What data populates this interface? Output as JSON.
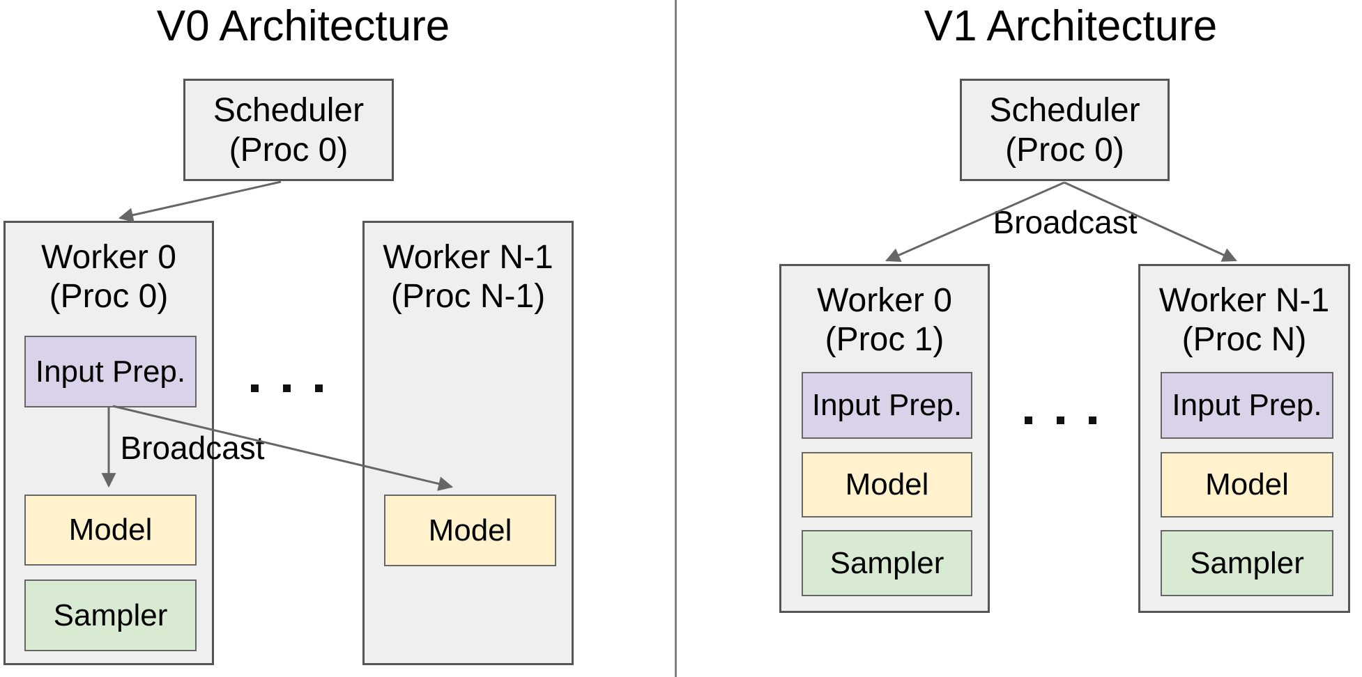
{
  "colors": {
    "fill_gray": "#efefef",
    "border_outer": "#555555",
    "border_inner": "#666666",
    "input_prep_fill": "#d9d2e9",
    "model_fill": "#fff2cc",
    "sampler_fill": "#d9ead3",
    "arrow": "#666666",
    "divider": "#808080",
    "text": "#000000"
  },
  "v0": {
    "title": "V0 Architecture",
    "scheduler": {
      "line1": "Scheduler",
      "line2": "(Proc 0)"
    },
    "broadcast_label": "Broadcast",
    "ellipsis": "...",
    "worker0": {
      "line1": "Worker 0",
      "line2": "(Proc 0)",
      "input_prep": "Input Prep.",
      "model": "Model",
      "sampler": "Sampler"
    },
    "workerN": {
      "line1": "Worker N-1",
      "line2": "(Proc N-1)",
      "model": "Model"
    }
  },
  "v1": {
    "title": "V1 Architecture",
    "scheduler": {
      "line1": "Scheduler",
      "line2": "(Proc 0)"
    },
    "broadcast_label": "Broadcast",
    "ellipsis": "...",
    "worker0": {
      "line1": "Worker 0",
      "line2": "(Proc 1)",
      "input_prep": "Input Prep.",
      "model": "Model",
      "sampler": "Sampler"
    },
    "workerN": {
      "line1": "Worker N-1",
      "line2": "(Proc N)",
      "input_prep": "Input Prep.",
      "model": "Model",
      "sampler": "Sampler"
    }
  }
}
